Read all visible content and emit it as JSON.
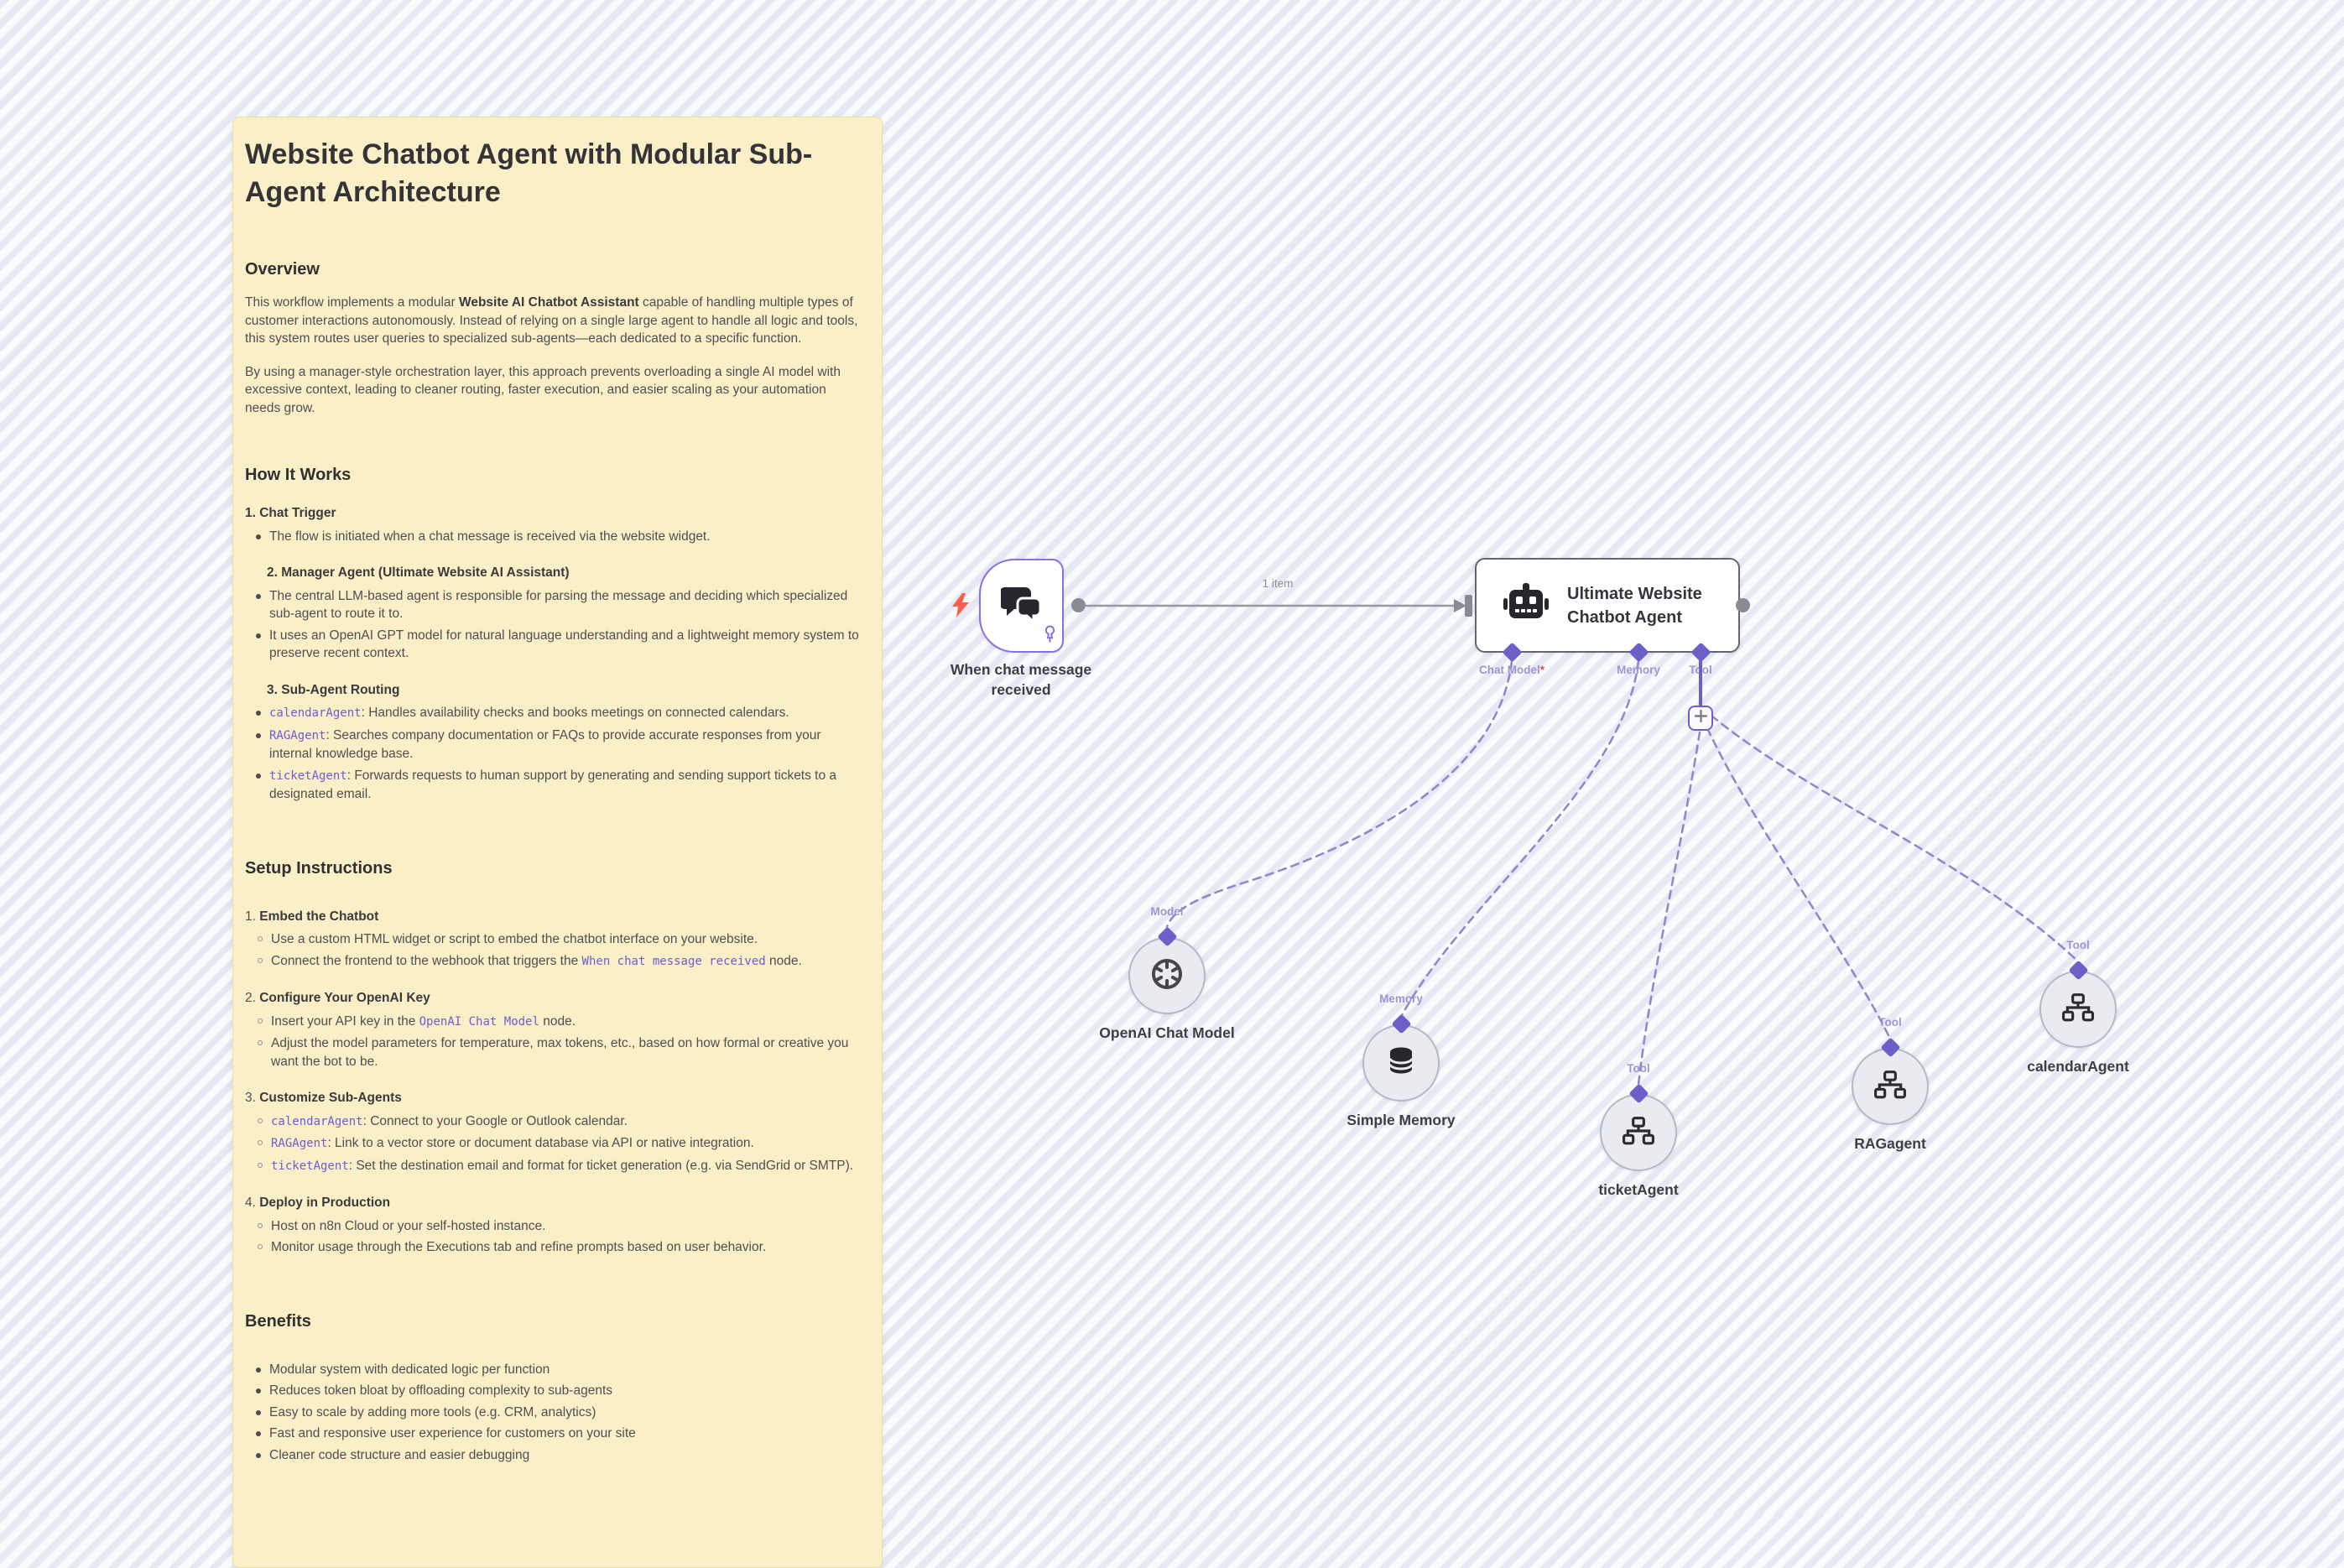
{
  "colors": {
    "sticky_bg": "#fbefc7",
    "code_purple": "#6d5bd8",
    "port_purple": "#6a60c7",
    "port_label_purple": "#9b95d6",
    "trigger_border": "#8373e3",
    "node_border": "#65656d",
    "wire_gray": "#97999f",
    "dashed_purple": "#8f88cc",
    "required_red": "#e5484d",
    "bolt_red": "#ff5d4e"
  },
  "sticky": {
    "title": "Website Chatbot Agent with Modular Sub-Agent Architecture",
    "blocks": [
      {
        "kind": "h2",
        "text": "Overview"
      },
      {
        "kind": "p",
        "runs": [
          {
            "t": "This workflow implements a modular "
          },
          {
            "t": "Website AI Chatbot Assistant",
            "b": 1
          },
          {
            "t": " capable of handling multiple types of customer interactions autonomously. Instead of relying on a single large agent to handle all logic and tools, this system routes user queries to specialized sub-agents—each dedicated to a specific function."
          }
        ]
      },
      {
        "kind": "p",
        "runs": [
          {
            "t": "By using a manager-style orchestration layer, this approach prevents overloading a single AI model with excessive context, leading to cleaner routing, faster execution, and easier scaling as your automation needs grow."
          }
        ]
      },
      {
        "kind": "h2",
        "text": "How It Works"
      },
      {
        "kind": "line",
        "runs": [
          {
            "t": "1. Chat Trigger",
            "b": 1
          }
        ]
      },
      {
        "kind": "b1",
        "runs": [
          {
            "t": "The flow is initiated when a chat message is received via the website widget."
          }
        ]
      },
      {
        "kind": "line",
        "ind": 1,
        "runs": [
          {
            "t": "2. Manager Agent (Ultimate Website AI Assistant)",
            "b": 1
          }
        ]
      },
      {
        "kind": "b1",
        "runs": [
          {
            "t": "The central LLM-based agent is responsible for parsing the message and deciding which specialized sub-agent to route it to."
          }
        ]
      },
      {
        "kind": "b1",
        "runs": [
          {
            "t": "It uses an OpenAI GPT model for natural language understanding and a lightweight memory system to preserve recent context."
          }
        ]
      },
      {
        "kind": "line",
        "ind": 1,
        "runs": [
          {
            "t": "3. Sub-Agent Routing",
            "b": 1
          }
        ]
      },
      {
        "kind": "b1",
        "runs": [
          {
            "t": "calendarAgent",
            "c": 1
          },
          {
            "t": ": Handles availability checks and books meetings on connected calendars."
          }
        ]
      },
      {
        "kind": "b1",
        "runs": [
          {
            "t": "RAGAgent",
            "c": 1
          },
          {
            "t": ": Searches company documentation or FAQs to provide accurate responses from your internal knowledge base."
          }
        ]
      },
      {
        "kind": "b1",
        "runs": [
          {
            "t": "ticketAgent",
            "c": 1
          },
          {
            "t": ": Forwards requests to human support by generating and sending support tickets to a designated email."
          }
        ]
      },
      {
        "kind": "h2",
        "xl": 1,
        "text": "Setup Instructions"
      },
      {
        "kind": "line",
        "runs": [
          {
            "t": "1. "
          },
          {
            "t": "Embed the Chatbot",
            "b": 1
          }
        ]
      },
      {
        "kind": "b2",
        "runs": [
          {
            "t": "Use a custom HTML widget or script to embed the chatbot interface on your website."
          }
        ]
      },
      {
        "kind": "b2",
        "runs": [
          {
            "t": "Connect the frontend to the webhook that triggers the "
          },
          {
            "t": "When chat message received",
            "c": 1
          },
          {
            "t": " node."
          }
        ]
      },
      {
        "kind": "line",
        "runs": [
          {
            "t": "2. "
          },
          {
            "t": "Configure Your OpenAI Key",
            "b": 1
          }
        ]
      },
      {
        "kind": "b2",
        "runs": [
          {
            "t": "Insert your API key in the "
          },
          {
            "t": "OpenAI Chat Model",
            "c": 1
          },
          {
            "t": " node."
          }
        ]
      },
      {
        "kind": "b2",
        "runs": [
          {
            "t": "Adjust the model parameters for temperature, max tokens, etc., based on how formal or creative you want the bot to be."
          }
        ]
      },
      {
        "kind": "line",
        "runs": [
          {
            "t": "3. "
          },
          {
            "t": "Customize Sub-Agents",
            "b": 1
          }
        ]
      },
      {
        "kind": "b2",
        "runs": [
          {
            "t": "calendarAgent",
            "c": 1
          },
          {
            "t": ": Connect to your Google or Outlook calendar."
          }
        ]
      },
      {
        "kind": "b2",
        "runs": [
          {
            "t": "RAGAgent",
            "c": 1
          },
          {
            "t": ": Link to a vector store or document database via API or native integration."
          }
        ]
      },
      {
        "kind": "b2",
        "runs": [
          {
            "t": "ticketAgent",
            "c": 1
          },
          {
            "t": ": Set the destination email and format for ticket generation (e.g. via SendGrid or SMTP)."
          }
        ]
      },
      {
        "kind": "line",
        "runs": [
          {
            "t": "4. "
          },
          {
            "t": "Deploy in Production",
            "b": 1
          }
        ]
      },
      {
        "kind": "b2",
        "runs": [
          {
            "t": "Host on n8n Cloud or your self-hosted instance."
          }
        ]
      },
      {
        "kind": "b2",
        "runs": [
          {
            "t": "Monitor usage through the Executions tab and refine prompts based on user behavior."
          }
        ]
      },
      {
        "kind": "h2",
        "xl": 1,
        "text": "Benefits"
      },
      {
        "kind": "b1",
        "sp": 1,
        "runs": [
          {
            "t": "Modular system with dedicated logic per function"
          }
        ]
      },
      {
        "kind": "b1",
        "runs": [
          {
            "t": "Reduces token bloat by offloading complexity to sub-agents"
          }
        ]
      },
      {
        "kind": "b1",
        "runs": [
          {
            "t": "Easy to scale by adding more tools (e.g. CRM, analytics)"
          }
        ]
      },
      {
        "kind": "b1",
        "runs": [
          {
            "t": "Fast and responsive user experience for customers on your site"
          }
        ]
      },
      {
        "kind": "b1",
        "runs": [
          {
            "t": "Cleaner code structure and easier debugging"
          }
        ]
      }
    ]
  },
  "workflow": {
    "connection_label": "1 item",
    "trigger": {
      "name": "When chat message received"
    },
    "agent": {
      "name": "Ultimate Website Chatbot Agent",
      "ports": [
        {
          "label": "Chat Model",
          "required": "*"
        },
        {
          "label": "Memory"
        },
        {
          "label": "Tool"
        }
      ]
    },
    "subnodes": [
      {
        "name": "OpenAI Chat Model",
        "port": "Model",
        "icon": "openai-logo-icon"
      },
      {
        "name": "Simple Memory",
        "port": "Memory",
        "icon": "database-icon"
      },
      {
        "name": "ticketAgent",
        "port": "Tool",
        "icon": "sitemap-icon"
      },
      {
        "name": "RAGagent",
        "port": "Tool",
        "icon": "sitemap-icon"
      },
      {
        "name": "calendarAgent",
        "port": "Tool",
        "icon": "sitemap-icon"
      }
    ],
    "icons": {
      "trigger": "chat-bubbles-icon",
      "trigger_pinned": "pin-icon",
      "trigger_flash": "lightning-bolt-icon",
      "agent": "robot-icon",
      "add_tool": "plus-icon"
    }
  }
}
